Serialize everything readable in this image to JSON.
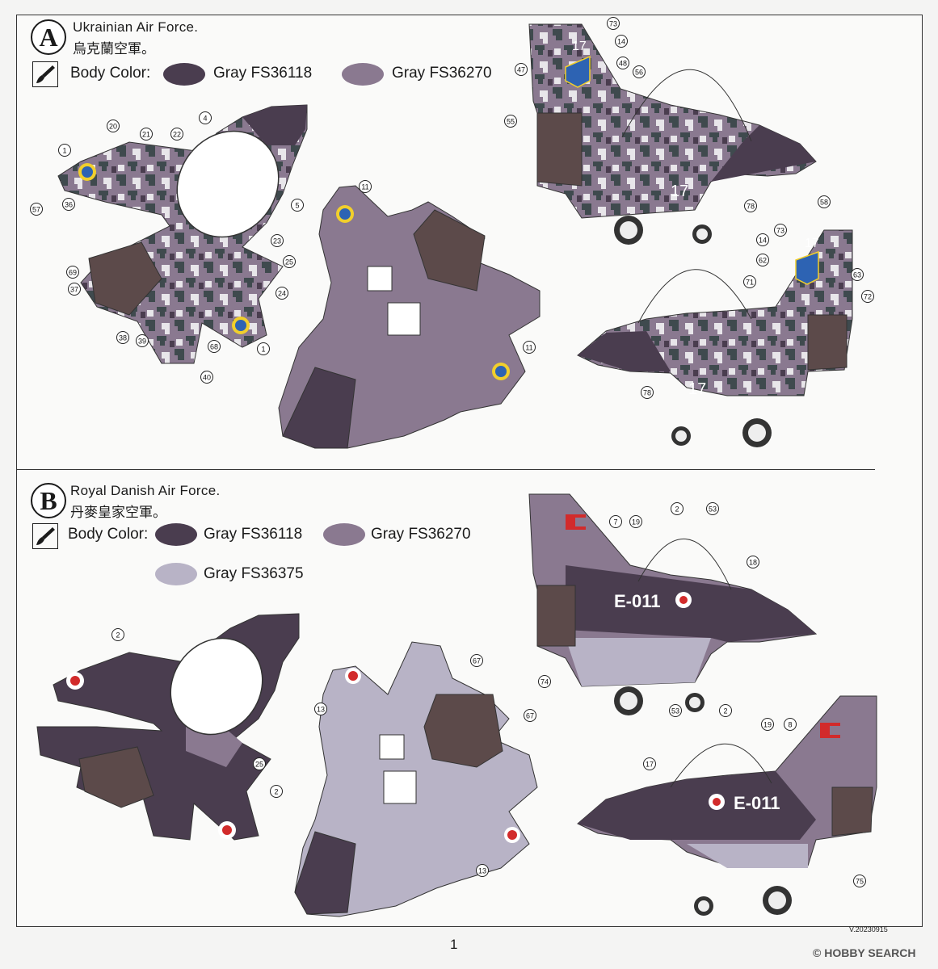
{
  "sectionA": {
    "letter": "A",
    "title_en": "Ukrainian Air Force.",
    "title_zh": "烏克蘭空軍。",
    "body_color_label": "Body Color:",
    "colors": [
      {
        "name": "Gray FS36118",
        "hex": "#4a3d4f"
      },
      {
        "name": "Gray FS36270",
        "hex": "#8a7990"
      }
    ],
    "tail_number": "17",
    "callouts": [
      "73",
      "14",
      "47",
      "48",
      "56",
      "55",
      "78",
      "58",
      "73",
      "14",
      "62",
      "63",
      "71",
      "72",
      "78",
      "20",
      "21",
      "22",
      "4",
      "1",
      "5",
      "57",
      "36",
      "23",
      "69",
      "25",
      "37",
      "24",
      "38",
      "39",
      "68",
      "40",
      "1",
      "11",
      "11"
    ]
  },
  "sectionB": {
    "letter": "B",
    "title_en": "Royal Danish Air Force.",
    "title_zh": "丹麥皇家空軍。",
    "body_color_label": "Body Color:",
    "colors": [
      {
        "name": "Gray FS36118",
        "hex": "#4a3d4f"
      },
      {
        "name": "Gray FS36270",
        "hex": "#8a7990"
      },
      {
        "name": "Gray FS36375",
        "hex": "#b8b3c6"
      }
    ],
    "serial": "E-011",
    "callouts": [
      "7",
      "19",
      "2",
      "53",
      "18",
      "74",
      "8",
      "19",
      "53",
      "2",
      "17",
      "75",
      "2",
      "25",
      "2",
      "67",
      "67",
      "13",
      "13"
    ]
  },
  "footer": {
    "page_number": "1",
    "version": "V.20230915",
    "watermark": "© HOBBY SEARCH"
  }
}
